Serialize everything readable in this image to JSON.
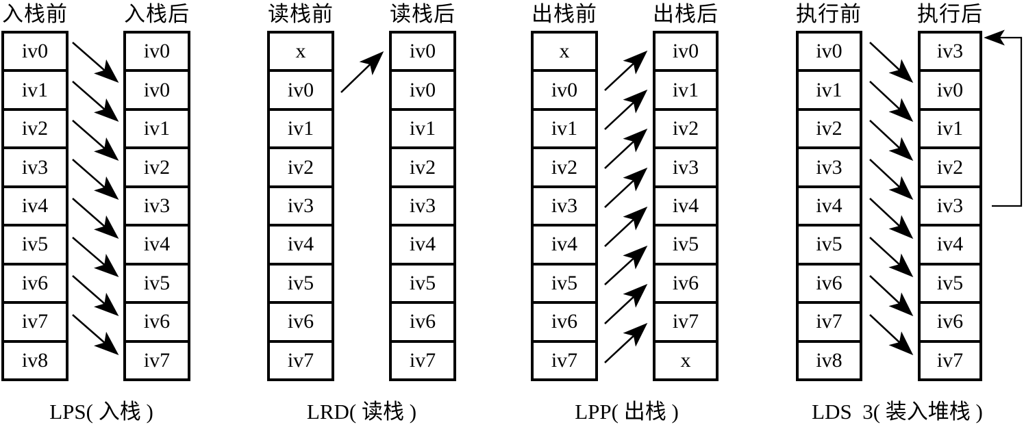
{
  "figure": {
    "groups": [
      {
        "name": "push",
        "header_before": "入栈前",
        "header_after": "入栈后",
        "caption": "LPS( 入栈 )",
        "before": [
          "iv0",
          "iv1",
          "iv2",
          "iv3",
          "iv4",
          "iv5",
          "iv6",
          "iv7",
          "iv8"
        ],
        "after": [
          "iv0",
          "iv0",
          "iv1",
          "iv2",
          "iv3",
          "iv4",
          "iv5",
          "iv6",
          "iv7"
        ],
        "arrows": [
          {
            "from_before": 0,
            "to_after": 1
          },
          {
            "from_before": 1,
            "to_after": 2
          },
          {
            "from_before": 2,
            "to_after": 3
          },
          {
            "from_before": 3,
            "to_after": 4
          },
          {
            "from_before": 4,
            "to_after": 5
          },
          {
            "from_before": 5,
            "to_after": 6
          },
          {
            "from_before": 6,
            "to_after": 7
          },
          {
            "from_before": 7,
            "to_after": 8
          }
        ]
      },
      {
        "name": "read",
        "header_before": "读栈前",
        "header_after": "读栈后",
        "caption": "LRD( 读栈 )",
        "before": [
          "x",
          "iv0",
          "iv1",
          "iv2",
          "iv3",
          "iv4",
          "iv5",
          "iv6",
          "iv7"
        ],
        "after": [
          "iv0",
          "iv0",
          "iv1",
          "iv2",
          "iv3",
          "iv4",
          "iv5",
          "iv6",
          "iv7"
        ],
        "arrows": [
          {
            "from_before": 1,
            "to_after": 0
          }
        ]
      },
      {
        "name": "pop",
        "header_before": "出栈前",
        "header_after": "出栈后",
        "caption": "LPP( 出栈 )",
        "before": [
          "x",
          "iv0",
          "iv1",
          "iv2",
          "iv3",
          "iv4",
          "iv5",
          "iv6",
          "iv7"
        ],
        "after": [
          "iv0",
          "iv1",
          "iv2",
          "iv3",
          "iv4",
          "iv5",
          "iv6",
          "iv7",
          "x"
        ],
        "arrows": [
          {
            "from_before": 1,
            "to_after": 0
          },
          {
            "from_before": 2,
            "to_after": 1
          },
          {
            "from_before": 3,
            "to_after": 2
          },
          {
            "from_before": 4,
            "to_after": 3
          },
          {
            "from_before": 5,
            "to_after": 4
          },
          {
            "from_before": 6,
            "to_after": 5
          },
          {
            "from_before": 7,
            "to_after": 6
          },
          {
            "from_before": 8,
            "to_after": 7
          }
        ]
      },
      {
        "name": "load-stack",
        "header_before": "执行前",
        "header_after": "执行后",
        "caption": "LDS  3( 装入堆栈 )",
        "before": [
          "iv0",
          "iv1",
          "iv2",
          "iv3",
          "iv4",
          "iv5",
          "iv6",
          "iv7",
          "iv8"
        ],
        "after": [
          "iv3",
          "iv0",
          "iv1",
          "iv2",
          "iv3",
          "iv4",
          "iv5",
          "iv6",
          "iv7"
        ],
        "arrows": [
          {
            "from_before": 0,
            "to_after": 1
          },
          {
            "from_before": 1,
            "to_after": 2
          },
          {
            "from_before": 2,
            "to_after": 3
          },
          {
            "from_before": 3,
            "to_after": 4
          },
          {
            "from_before": 4,
            "to_after": 5
          },
          {
            "from_before": 5,
            "to_after": 6
          },
          {
            "from_before": 6,
            "to_after": 7
          },
          {
            "from_before": 7,
            "to_after": 8
          }
        ],
        "loop_arrow": {
          "from_after": 4,
          "to_after": 0
        }
      }
    ],
    "ink_color": "#000000",
    "background_color": "#ffffff"
  }
}
